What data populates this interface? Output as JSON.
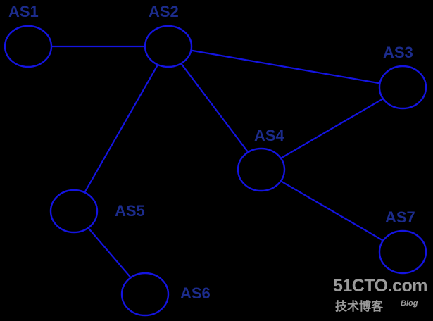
{
  "colors": {
    "background": "#000000",
    "stroke": "#1414e0",
    "label": "#1c2c8c",
    "watermark": "#9a9a9a"
  },
  "nodes": [
    {
      "id": "as1",
      "label": "AS1"
    },
    {
      "id": "as2",
      "label": "AS2"
    },
    {
      "id": "as3",
      "label": "AS3"
    },
    {
      "id": "as4",
      "label": "AS4"
    },
    {
      "id": "as5",
      "label": "AS5"
    },
    {
      "id": "as6",
      "label": "AS6"
    },
    {
      "id": "as7",
      "label": "AS7"
    }
  ],
  "edges": [
    {
      "from": "as1",
      "to": "as2"
    },
    {
      "from": "as2",
      "to": "as3"
    },
    {
      "from": "as2",
      "to": "as4"
    },
    {
      "from": "as2",
      "to": "as5"
    },
    {
      "from": "as3",
      "to": "as4"
    },
    {
      "from": "as4",
      "to": "as7"
    },
    {
      "from": "as5",
      "to": "as6"
    }
  ],
  "watermark": {
    "brand": "51CTO.com",
    "tagline": "技术博客",
    "blog": "Blog"
  }
}
